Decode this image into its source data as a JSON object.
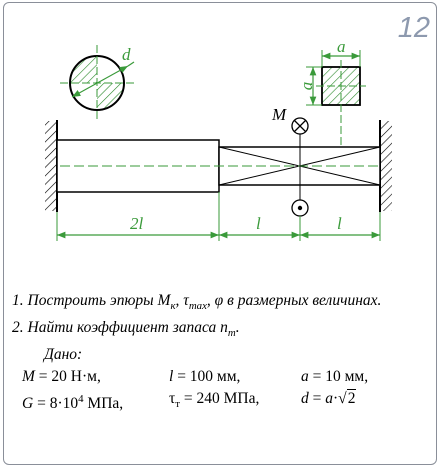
{
  "card": {
    "number": "12"
  },
  "diagram": {
    "labels": {
      "d": "d",
      "a_top": "a",
      "a_side": "a",
      "M": "M"
    },
    "dims": {
      "left": "2l",
      "middle": "l",
      "right": "l"
    },
    "colors": {
      "dimension": "#3a9a3a",
      "hatch": "#2e8b2e",
      "line": "#000000"
    }
  },
  "tasks": {
    "item1": {
      "num": "1.",
      "text": "Построить эпюры M",
      "sub_k": "к",
      "sep1": ", τ",
      "sub_max": "max",
      "tail": ", φ в размерных величинах."
    },
    "item2": {
      "num": "2.",
      "text": "Найти коэффициент запаса n",
      "sub_t": "т",
      "tail": "."
    }
  },
  "given": {
    "title": "Дано:",
    "row1": {
      "M_sym": "M",
      "M_val": " = 20 Н·м,",
      "l_sym": "l",
      "l_val": " = 100 мм,",
      "a_sym": "a",
      "a_val": " = 10 мм,"
    },
    "row2": {
      "G_sym": "G",
      "G_val": " = 8·10",
      "G_exp": "4",
      "G_unit": " МПа,",
      "tau": "τ",
      "tau_sub": "т",
      "tau_val": " = 240 МПа,",
      "d_sym": "d",
      "d_eq": " = ",
      "d_a": "a",
      "d_dot": "·",
      "d_root": "2"
    }
  }
}
